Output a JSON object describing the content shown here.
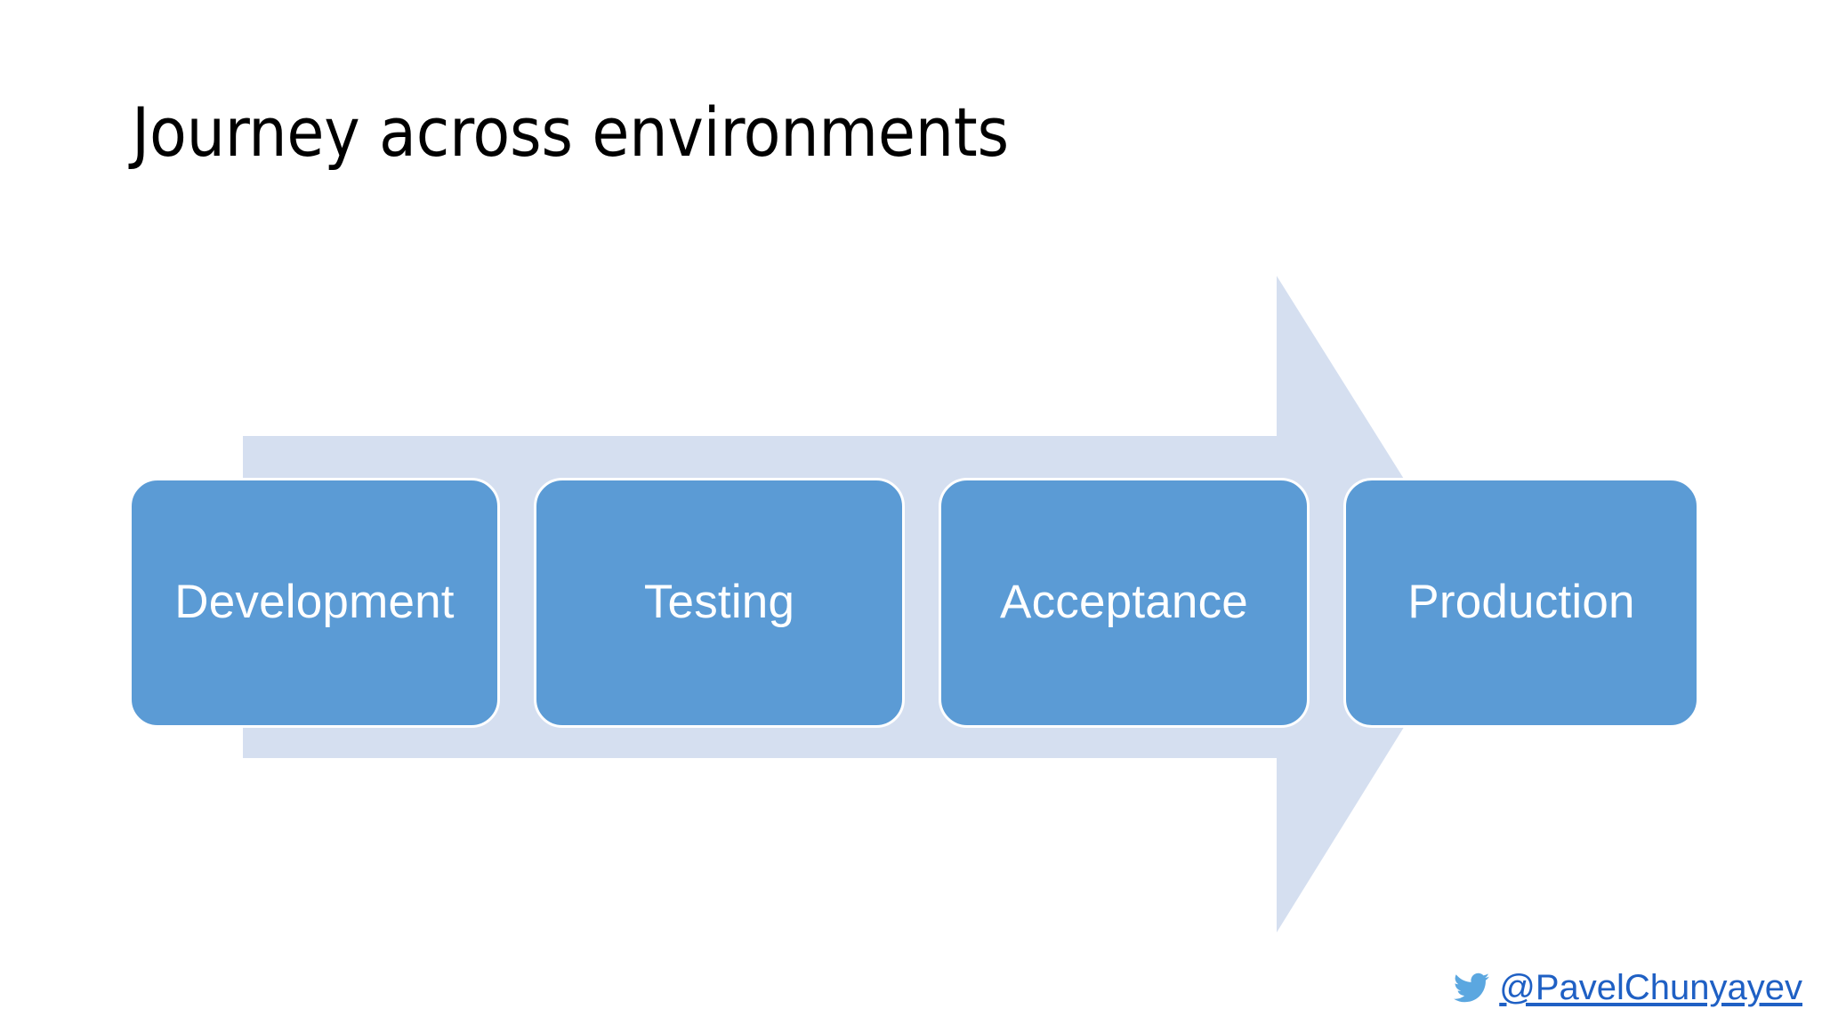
{
  "slide": {
    "title": "Journey across environments",
    "background_color": "#FFFFFF"
  },
  "diagram": {
    "type": "process-arrow",
    "arrow_color": "#D5DFF0",
    "stage_fill_color": "#5B9BD5",
    "stage_border_color": "#FFFFFF",
    "stage_label_color": "#FFFFFF",
    "stages": [
      {
        "label": "Development"
      },
      {
        "label": "Testing"
      },
      {
        "label": "Acceptance"
      },
      {
        "label": "Production"
      }
    ]
  },
  "footer": {
    "twitter_handle": "@PavelChunyayev",
    "twitter_link_color": "#1F60C4",
    "twitter_icon_color": "#5BA7E0",
    "icon_name": "twitter-bird-icon"
  }
}
